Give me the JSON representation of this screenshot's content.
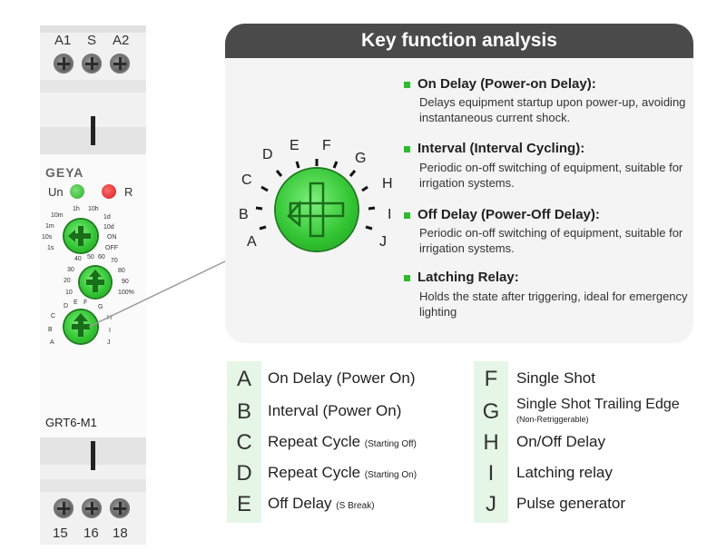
{
  "device": {
    "top_terminals": [
      "A1",
      "S",
      "A2"
    ],
    "bottom_terminals": [
      "15",
      "16",
      "18"
    ],
    "brand": "GEYA",
    "model": "GRT6-M1",
    "led_un": "Un",
    "led_r": "R",
    "time_dial": [
      "1h",
      "10h",
      "10m",
      "1d",
      "1m",
      "10d",
      "10s",
      "ON",
      "1s",
      "OFF"
    ],
    "percent_dial": [
      "40",
      "50",
      "60",
      "70",
      "30",
      "80",
      "20",
      "90",
      "10",
      "100%"
    ],
    "function_dial": [
      "D",
      "E",
      "F",
      "G",
      "C",
      "H",
      "B",
      "I",
      "A",
      "J"
    ],
    "colors": {
      "knob": "#31c331",
      "led_green": "#2bb02b",
      "led_red": "#d42020"
    }
  },
  "panel": {
    "title": "Key function analysis",
    "dial_letters": [
      "D",
      "E",
      "F",
      "G",
      "C",
      "H",
      "B",
      "I",
      "A",
      "J"
    ],
    "functions": [
      {
        "title": "On Delay (Power-on Delay):",
        "desc": "Delays equipment startup upon power-up, avoiding instantaneous current shock."
      },
      {
        "title": "Interval (Interval Cycling):",
        "desc": "Periodic on-off switching of equipment, suitable for irrigation systems."
      },
      {
        "title": "Off Delay (Power-Off Delay):",
        "desc": "Periodic on-off switching of equipment, suitable for irrigation systems."
      },
      {
        "title": "Latching Relay:",
        "desc": "Holds the state after triggering, ideal for emergency lighting"
      }
    ]
  },
  "legend": {
    "left": [
      {
        "letter": "A",
        "text": "On Delay (Power On)",
        "note": ""
      },
      {
        "letter": "B",
        "text": "Interval (Power On)",
        "note": ""
      },
      {
        "letter": "C",
        "text": "Repeat Cycle",
        "note": "(Starting Off)"
      },
      {
        "letter": "D",
        "text": "Repeat Cycle",
        "note": "(Starting On)"
      },
      {
        "letter": "E",
        "text": "Off Delay",
        "note": "(S Break)"
      }
    ],
    "right": [
      {
        "letter": "F",
        "text": "Single Shot",
        "sub": ""
      },
      {
        "letter": "G",
        "text": "Single Shot Trailing Edge",
        "sub": "(Non-Retriggerable)"
      },
      {
        "letter": "H",
        "text": "On/Off Delay",
        "sub": ""
      },
      {
        "letter": "I",
        "text": "Latching relay",
        "sub": ""
      },
      {
        "letter": "J",
        "text": "Pulse generator",
        "sub": ""
      }
    ]
  }
}
